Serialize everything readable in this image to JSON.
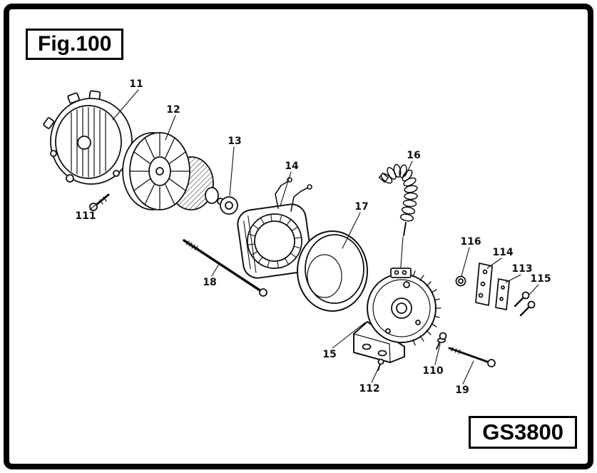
{
  "figure": {
    "title": "Fig.100",
    "model": "GS3800"
  },
  "parts": [
    {
      "number": "11"
    },
    {
      "number": "12"
    },
    {
      "number": "13"
    },
    {
      "number": "14"
    },
    {
      "number": "15"
    },
    {
      "number": "16"
    },
    {
      "number": "17"
    },
    {
      "number": "18"
    },
    {
      "number": "19"
    },
    {
      "number": "110"
    },
    {
      "number": "111"
    },
    {
      "number": "112"
    },
    {
      "number": "113"
    },
    {
      "number": "114"
    },
    {
      "number": "115"
    },
    {
      "number": "116"
    }
  ]
}
